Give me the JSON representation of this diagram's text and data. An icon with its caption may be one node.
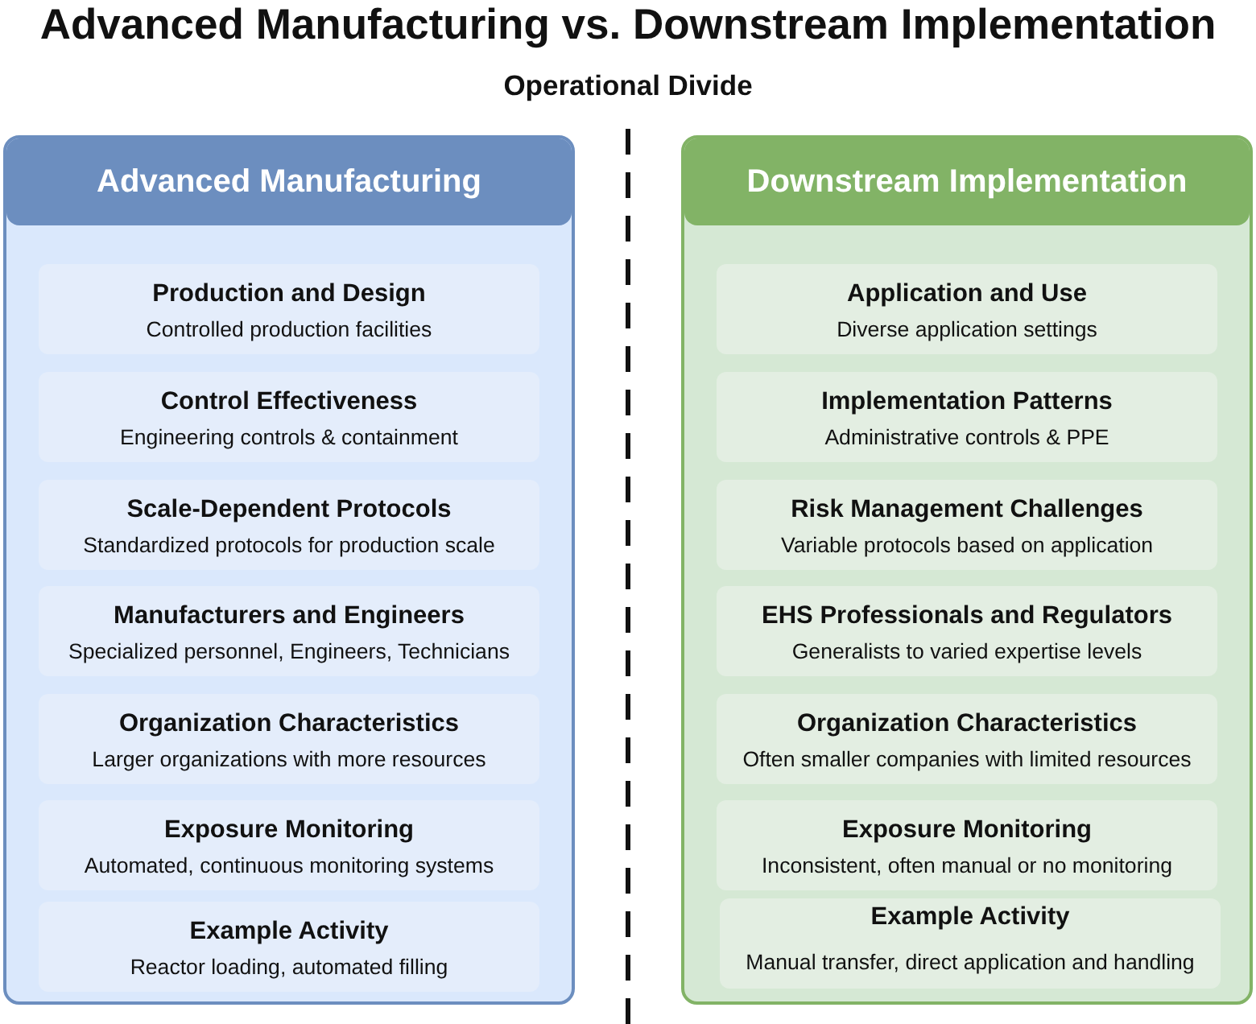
{
  "diagram": {
    "title": "Advanced Manufacturing vs. Downstream Implementation",
    "nodes": [
      {
        "text": [
          "Advanced Manufacturing"
        ]
      },
      {
        "text": [
          "Production and Design",
          "Controlled production facilities"
        ],
        "in": 0
      },
      {
        "text": [
          "Control Effectiveness",
          "Engineering controls & containment"
        ],
        "in": 0
      },
      {
        "text": [
          "Scale-Dependent Protocols",
          "Standardized protocols for production scale"
        ],
        "in": 0
      },
      {
        "text": [
          "Manufacturers and Engineers",
          "Specialized personnel, Engineers, Technicians"
        ],
        "in": 0
      },
      {
        "text": [
          "Organization Characteristics",
          "Larger organizations with more resources"
        ],
        "in": 0
      },
      {
        "text": [
          "Exposure Monitoring",
          "Automated, continuous monitoring systems"
        ],
        "in": 0
      },
      {
        "text": [
          "Example Activity",
          "Reactor loading, automated filling"
        ],
        "in": 0
      },
      {
        "text": [
          "Downstream Implementation"
        ]
      },
      {
        "text": [
          "Application and Use",
          "Diverse application settings"
        ],
        "in": 8
      },
      {
        "text": [
          "Implementation Patterns",
          "Administrative controls & PPE"
        ],
        "in": 8
      },
      {
        "text": [
          "Risk Management Challenges",
          "Variable protocols based on application"
        ],
        "in": 8
      },
      {
        "text": [
          "EHS Professionals and Regulators",
          "Generalists to varied expertise levels"
        ],
        "in": 8
      },
      {
        "text": [
          "Organization Characteristics",
          "Often smaller companies with limited resources"
        ],
        "in": 8
      },
      {
        "text": [
          "Exposure Monitoring",
          "Inconsistent, often manual or no monitoring"
        ],
        "in": 8
      },
      {
        "text": [
          "Example Activity",
          "Manual transfer, direct application and handling"
        ],
        "in": 8
      }
    ],
    "edges": [],
    "labels": [
      "Operational Divide"
    ]
  }
}
